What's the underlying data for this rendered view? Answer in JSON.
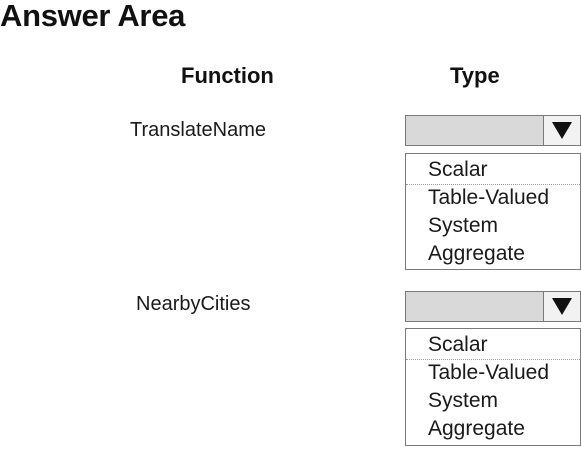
{
  "title": "Answer Area",
  "headers": {
    "function": "Function",
    "type": "Type"
  },
  "rows": [
    {
      "function": "TranslateName",
      "options": [
        "Scalar",
        "Table-Valued",
        "System",
        "Aggregate"
      ]
    },
    {
      "function": "NearbyCities",
      "options": [
        "Scalar",
        "Table-Valued",
        "System",
        "Aggregate"
      ]
    }
  ],
  "icons": {
    "dropdown_arrow": "triangle-down-icon"
  }
}
